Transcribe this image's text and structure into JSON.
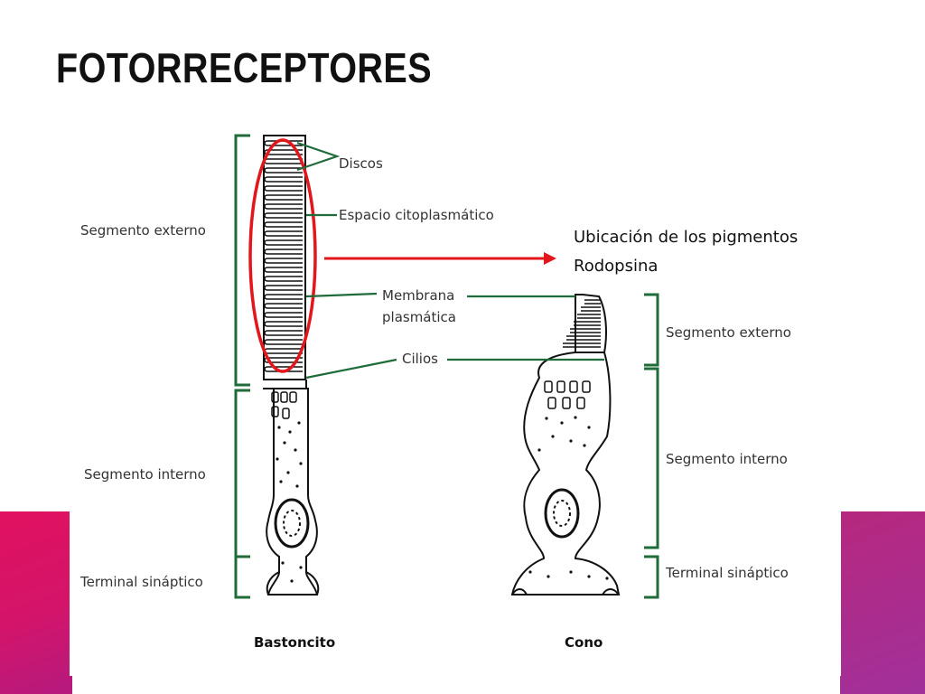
{
  "slide": {
    "title": "FOTORRECEPTORES"
  },
  "diagram": {
    "labels": {
      "discos": "Discos",
      "espacio": "Espacio citoplasmático",
      "membrana_1": "Membrana",
      "membrana_2": "plasmática",
      "cilios": "Cilios"
    },
    "rod": {
      "caption": "Bastoncito",
      "segment_external": "Segmento externo",
      "segment_internal": "Segmento interno",
      "terminal": "Terminal sináptico"
    },
    "cone": {
      "caption": "Cono",
      "segment_external": "Segmento externo",
      "segment_internal": "Segmento interno",
      "terminal": "Terminal sináptico"
    },
    "annotation": {
      "line1": "Ubicación de los pigmentos",
      "line2": "Rodopsina"
    },
    "colors": {
      "bracket": "#1f6b3a",
      "highlight": "#e3161b",
      "outline": "#111111"
    }
  },
  "theme": {
    "band_left": "#e0115f",
    "band_right": "#a1309a"
  }
}
